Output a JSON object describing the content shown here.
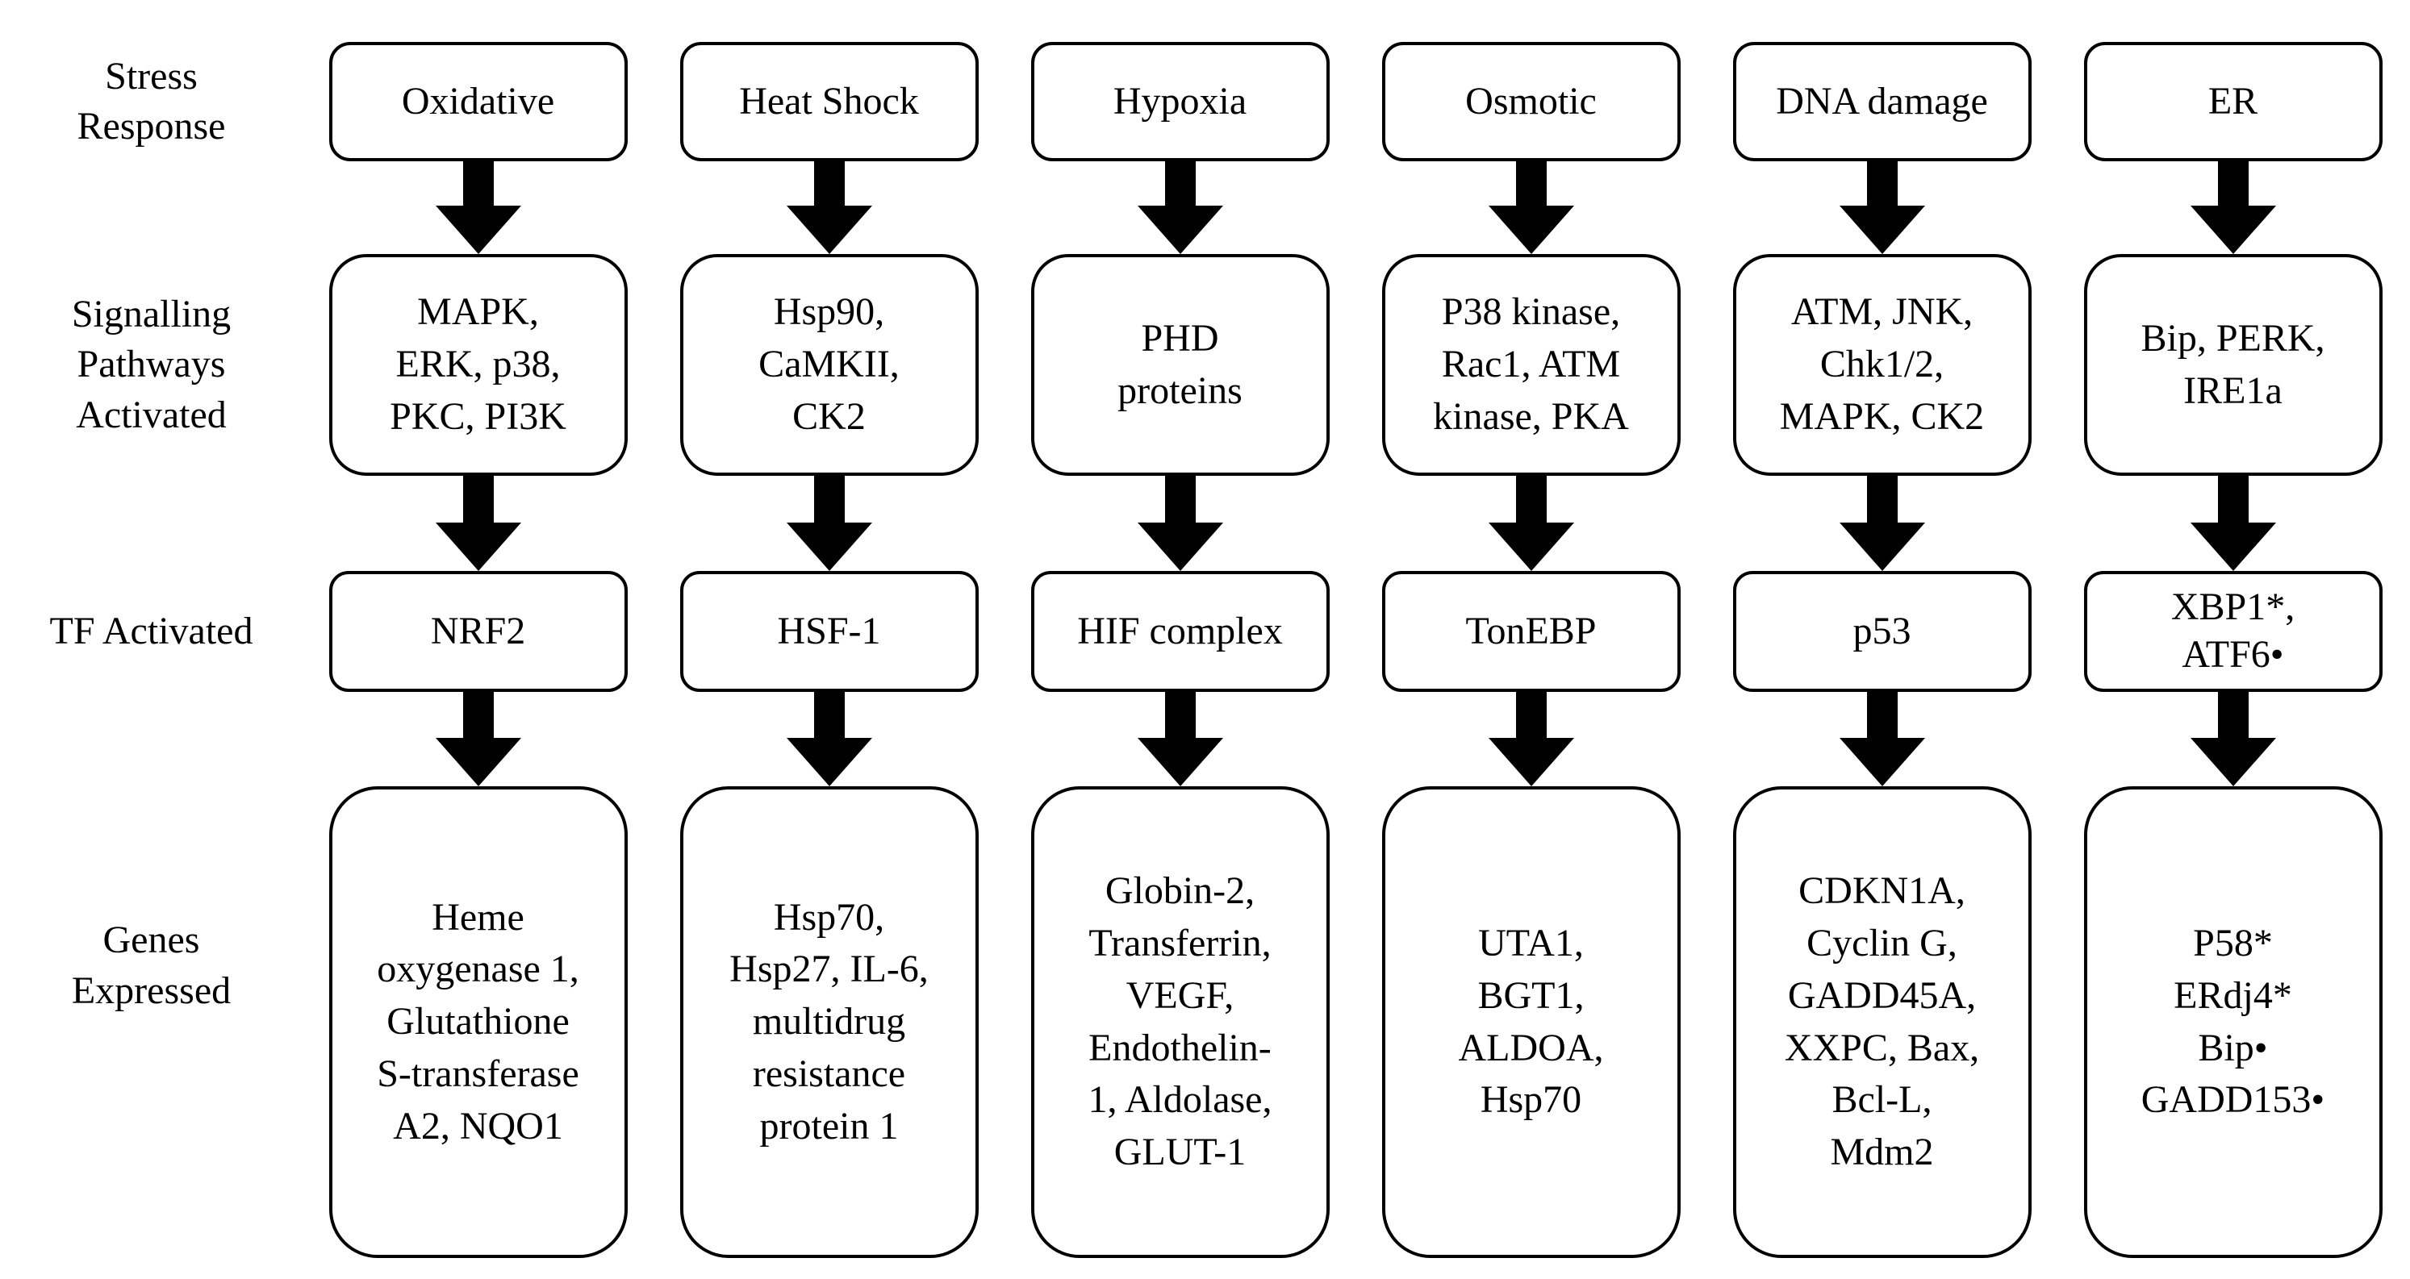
{
  "diagram": {
    "row_labels": [
      {
        "text": "Stress\nResponse"
      },
      {
        "text": "Signalling\nPathways\nActivated"
      },
      {
        "text": "TF Activated"
      },
      {
        "text": "Genes\nExpressed"
      }
    ],
    "columns": [
      {
        "stress": "Oxidative",
        "signalling": "MAPK,\nERK, p38,\nPKC, PI3K",
        "tf": "NRF2",
        "genes": "Heme\noxygenase 1,\nGlutathione\nS-transferase\nA2, NQO1"
      },
      {
        "stress": "Heat Shock",
        "signalling": "Hsp90,\nCaMKII,\nCK2",
        "tf": "HSF-1",
        "genes": "Hsp70,\nHsp27, IL-6,\nmultidrug\nresistance\nprotein 1"
      },
      {
        "stress": "Hypoxia",
        "signalling": "PHD\nproteins",
        "tf": "HIF complex",
        "genes": "Globin-2,\nTransferrin,\nVEGF,\nEndothelin-\n1, Aldolase,\nGLUT-1"
      },
      {
        "stress": "Osmotic",
        "signalling": "P38 kinase,\nRac1, ATM\nkinase, PKA",
        "tf": "TonEBP",
        "genes": "UTA1,\nBGT1,\nALDOA,\nHsp70"
      },
      {
        "stress": "DNA damage",
        "signalling": "ATM, JNK,\nChk1/2,\nMAPK, CK2",
        "tf": "p53",
        "genes": "CDKN1A,\nCyclin G,\nGADD45A,\nXXPC, Bax,\nBcl-L,\nMdm2"
      },
      {
        "stress": "ER",
        "signalling": "Bip, PERK,\nIRE1a",
        "tf": "XBP1*,\nATF6•",
        "genes": "P58*\nERdj4*\nBip•\nGADD153•"
      }
    ],
    "colors": {
      "ink": "#000000",
      "background": "#ffffff"
    }
  }
}
